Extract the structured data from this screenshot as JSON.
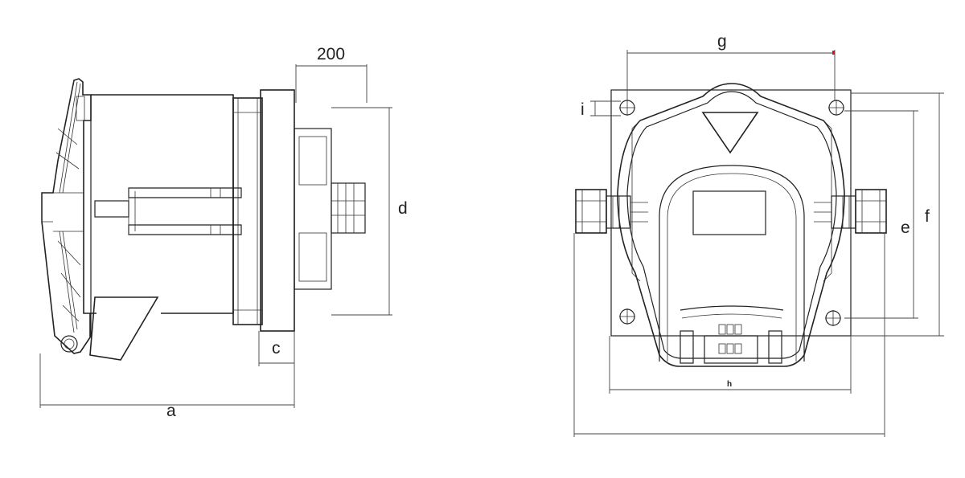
{
  "labels": {
    "side_view": {
      "a": "a",
      "c": "c",
      "d": "d",
      "dim_200": "200"
    },
    "front_view": {
      "g": "g",
      "i": "i",
      "e": "e",
      "f": "f",
      "h": "h"
    }
  },
  "colors": {
    "line": "#222222",
    "marker": "#e01010"
  }
}
